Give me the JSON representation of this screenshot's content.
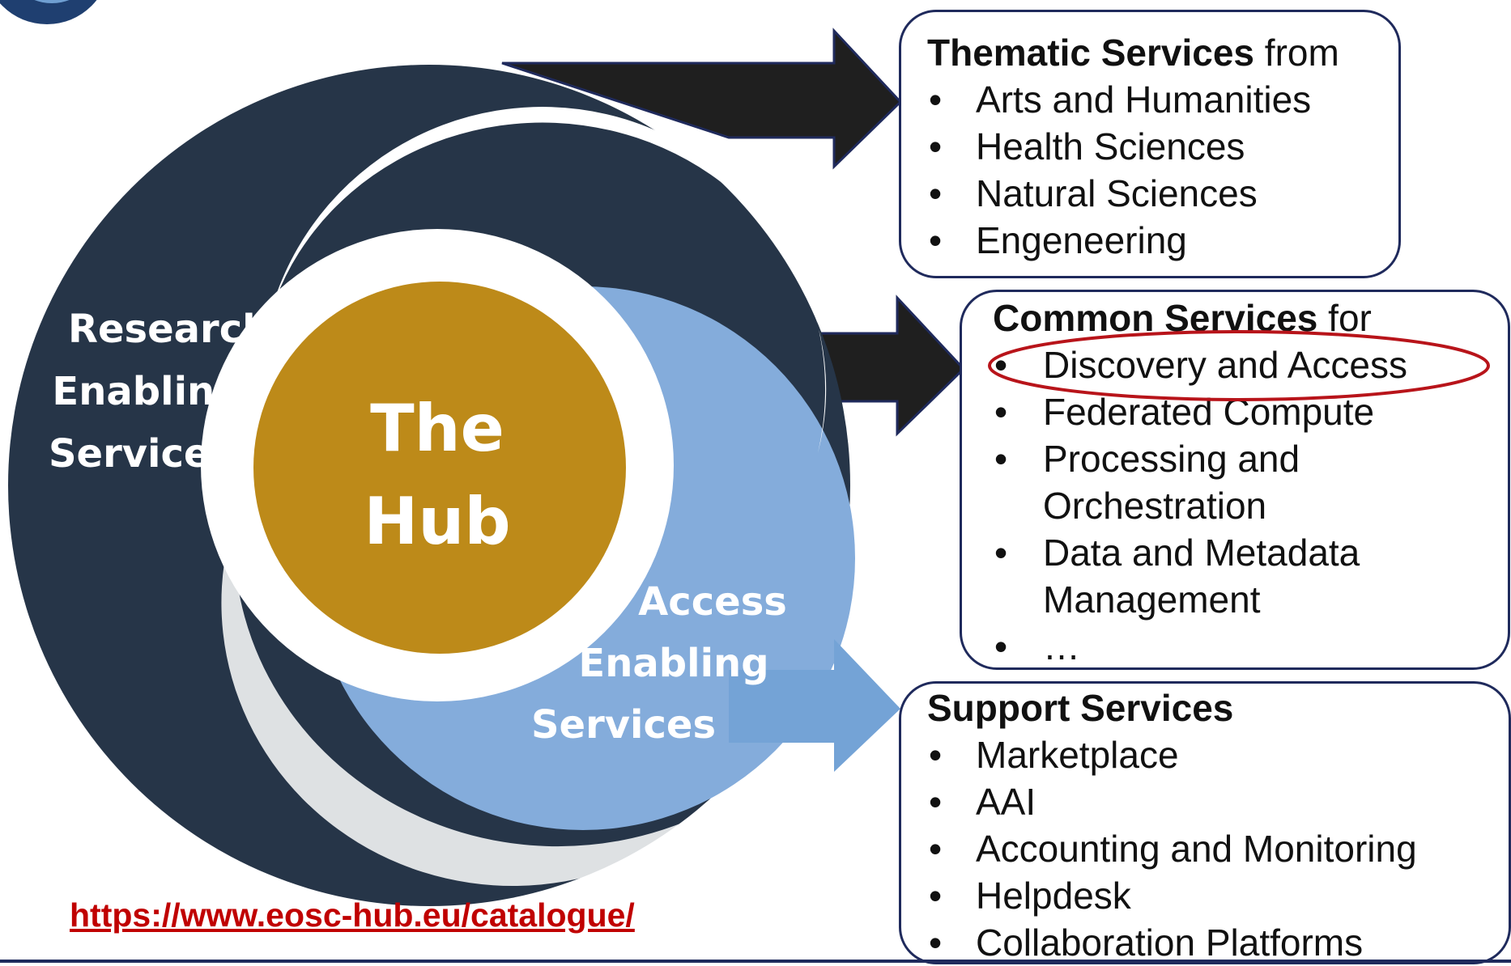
{
  "diagram": {
    "circle_labels": {
      "research": [
        "Research",
        "Enabling",
        "Services"
      ],
      "hub": [
        "The",
        "Hub"
      ],
      "access": [
        "Access",
        "Enabling",
        "Services"
      ]
    },
    "boxes": {
      "thematic": {
        "title_bold": "Thematic Services",
        "title_rest": " from",
        "items": [
          "Arts and Humanities",
          "Health Sciences",
          "Natural Sciences",
          "Engeneering"
        ]
      },
      "common": {
        "title_bold": "Common Services",
        "title_rest": " for",
        "items": [
          "Discovery and Access",
          "Federated Compute",
          "Processing and",
          "Orchestration",
          "Data and Metadata",
          "Management",
          "…"
        ]
      },
      "support": {
        "title_bold": "Support Services",
        "title_rest": "",
        "items": [
          "Marketplace",
          "AAI",
          "Accounting and Monitoring",
          "Helpdesk",
          "Collaboration Platforms"
        ]
      }
    },
    "url": "https://www.eosc-hub.eu/catalogue/",
    "colors": {
      "outer_ring": "#263548",
      "middle_ring": "#84acdb",
      "hub": "#bd8a19",
      "dark_arrow": "#1f1f1f",
      "light_arrow": "#74a3d6",
      "box_border": "#1f2a5c",
      "highlight_ellipse": "#b8141a",
      "url": "#c00000"
    }
  }
}
